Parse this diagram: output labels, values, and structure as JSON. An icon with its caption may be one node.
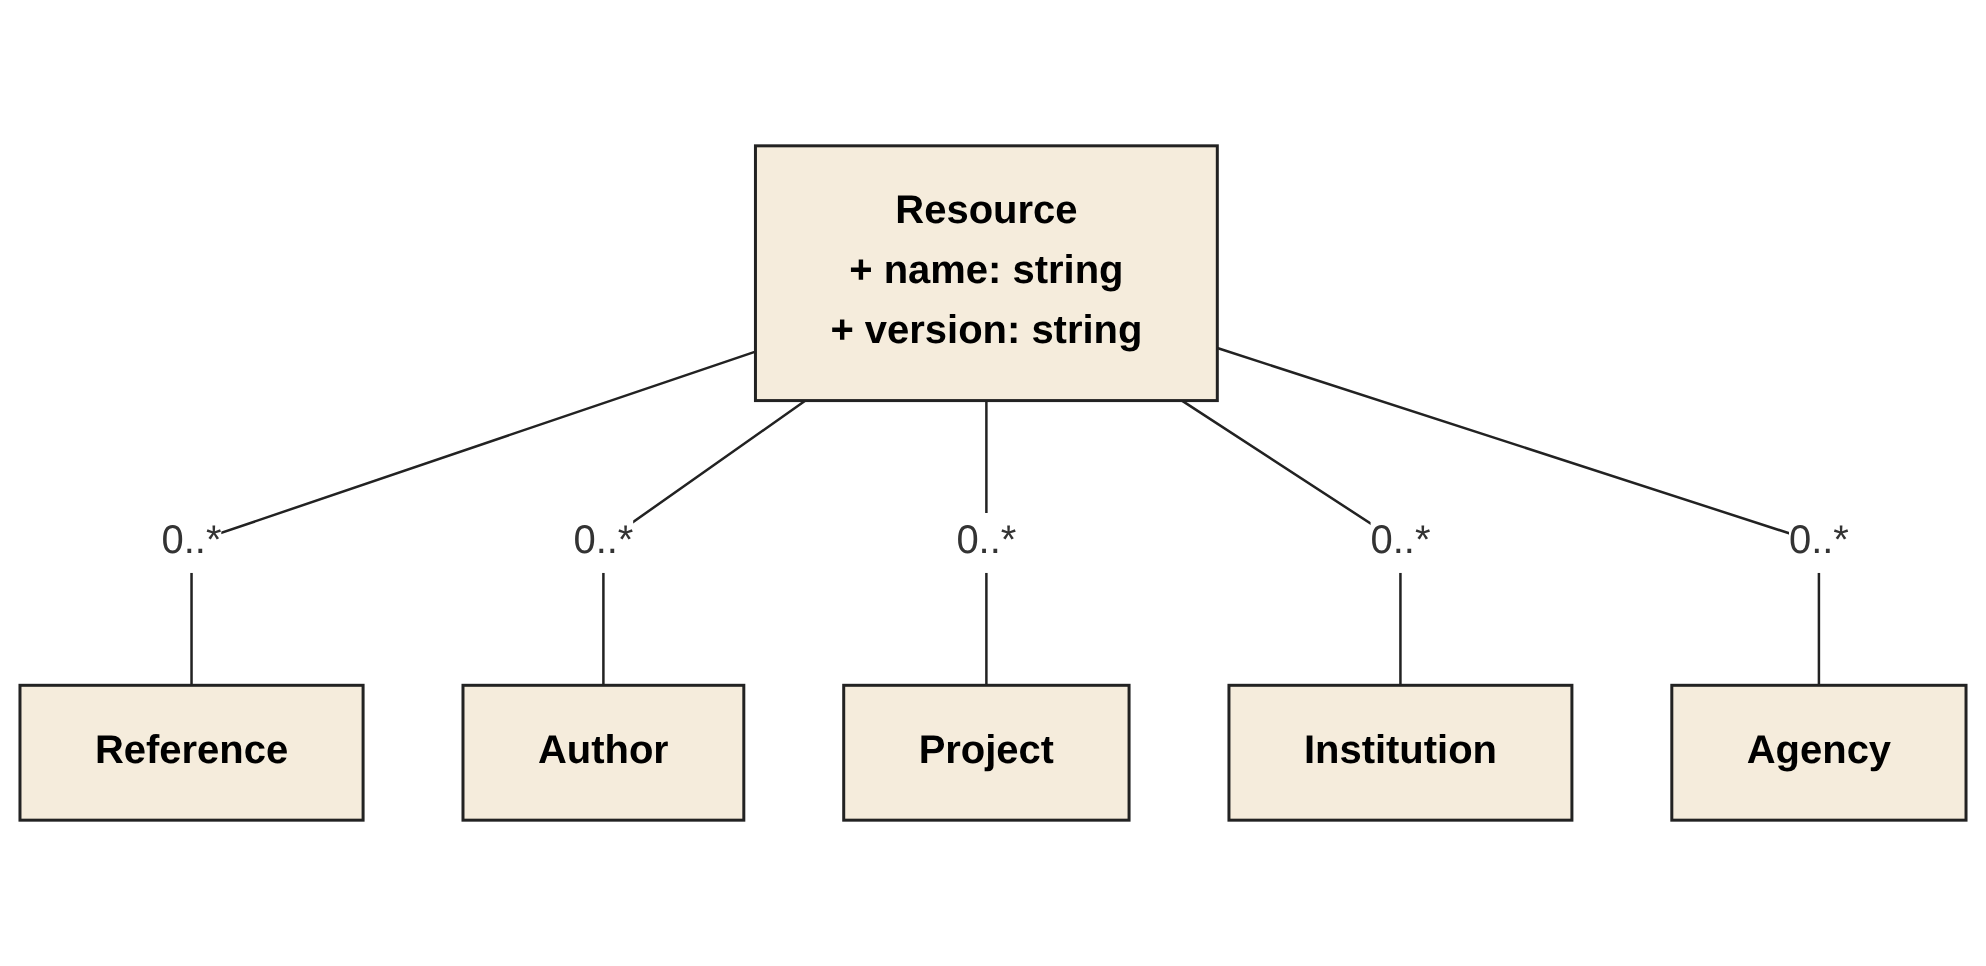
{
  "diagram": {
    "nodes": [
      {
        "text": [
          "Resource",
          "+ name: string",
          "+ version: string"
        ]
      },
      {
        "text": [
          "Reference"
        ]
      },
      {
        "text": [
          "Author"
        ]
      },
      {
        "text": [
          "Project"
        ]
      },
      {
        "text": [
          "Institution"
        ]
      },
      {
        "text": [
          "Agency"
        ]
      }
    ],
    "edges": [
      {
        "from": 0,
        "to": 1,
        "arrow": "none",
        "label": "0..*"
      },
      {
        "from": 0,
        "to": 2,
        "arrow": "none",
        "label": "0..*"
      },
      {
        "from": 0,
        "to": 3,
        "arrow": "none",
        "label": "0..*"
      },
      {
        "from": 0,
        "to": 4,
        "arrow": "none",
        "label": "0..*"
      },
      {
        "from": 0,
        "to": 5,
        "arrow": "none",
        "label": "0..*"
      }
    ]
  }
}
